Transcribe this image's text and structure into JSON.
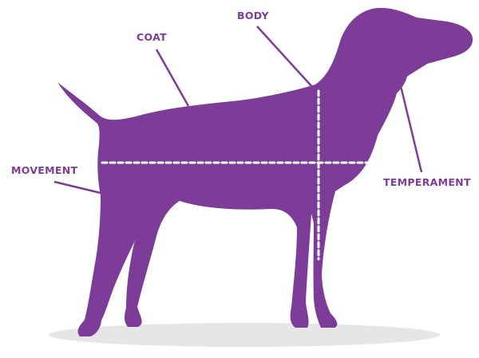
{
  "labels": {
    "coat": "COAT",
    "body": "BODY",
    "movement": "MOVEMENT",
    "temperament": "TEMPERAMENT"
  },
  "colors": {
    "dog": "#7d3c98",
    "label": "#7d3c98",
    "shadow": "#e6e6e6",
    "dotted_line": "#ffffff"
  }
}
